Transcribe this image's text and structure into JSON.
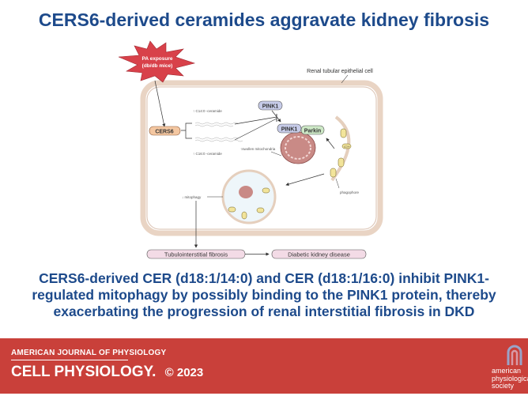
{
  "title": "CERS6-derived ceramides aggravate kidney fibrosis",
  "diagram": {
    "trigger": [
      "PA exposure",
      "(db/db mice)"
    ],
    "cell_label": "Renal tubular epithelial cell",
    "cers6": "CERS6",
    "ceramide_top": "↑ C14:0 -ceramide",
    "ceramide_bottom": "↑ C16:0 -ceramide",
    "pink1_free": "PINK1",
    "pink1_bound": "PINK1",
    "parkin": "Parkin",
    "swollen": "↑swollen mitochondria",
    "lc3": "LC3-II",
    "phagophore": "phagophore",
    "mitophagy": "↓ mitophagy",
    "outcome1": "Tubulointerstitial fibrosis",
    "outcome2": "Diabetic kidney disease",
    "colors": {
      "cell": "#e9d4c4",
      "star": "#d8414a",
      "cers6": "#f4c7a1",
      "pink1": "#c6cbe8",
      "parkin": "#cde8c6",
      "mito": "#c98a86",
      "outcome": "#f3dbe6"
    }
  },
  "summary": [
    "CERS6-derived CER (d18:1/14:0) and CER (d18:1/16:0) inhibit PINK1-",
    "regulated mitophagy by possibly binding to the PINK1 protein, thereby",
    "exacerbating the progression of renal interstitial fibrosis in DKD"
  ],
  "footer": {
    "journal": "AMERICAN JOURNAL OF PHYSIOLOGY",
    "section": "CELL PHYSIOLOGY.",
    "year": "© 2023",
    "society": [
      "american",
      "physiological",
      "society"
    ],
    "bg": "#c9403a"
  }
}
